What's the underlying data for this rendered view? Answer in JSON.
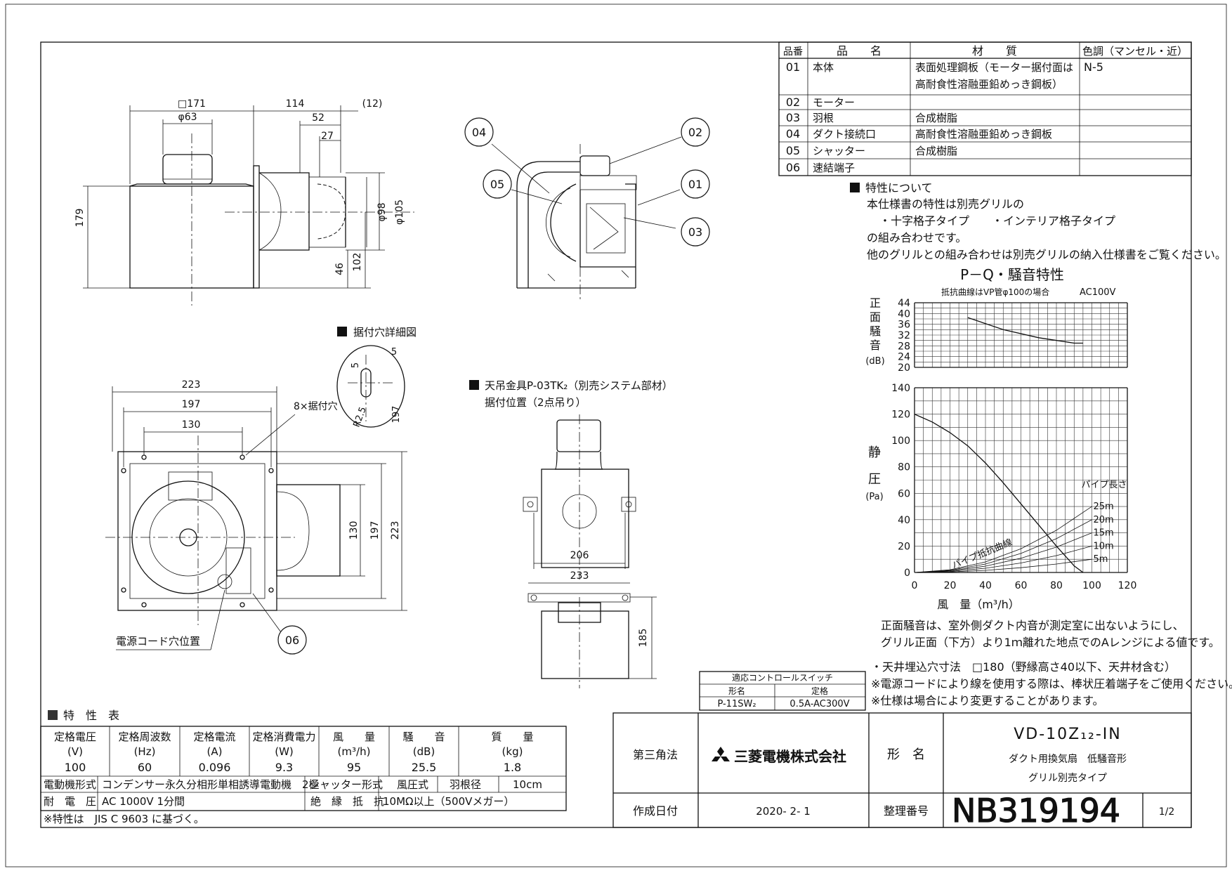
{
  "parts_table": {
    "headers": [
      "品番",
      "品　　名",
      "材　　質",
      "色調（マンセル・近）"
    ],
    "rows": [
      {
        "no": "01",
        "name": "本体",
        "material": "表面処理鋼板（モーター据付面は",
        "material2": "高耐食性溶融亜鉛めっき鋼板）",
        "color": "N-5"
      },
      {
        "no": "02",
        "name": "モーター",
        "material": "",
        "material2": "",
        "color": ""
      },
      {
        "no": "03",
        "name": "羽根",
        "material": "合成樹脂",
        "material2": "",
        "color": ""
      },
      {
        "no": "04",
        "name": "ダクト接続口",
        "material": "高耐食性溶融亜鉛めっき鋼板",
        "material2": "",
        "color": ""
      },
      {
        "no": "05",
        "name": "シャッター",
        "material": "合成樹脂",
        "material2": "",
        "color": ""
      },
      {
        "no": "06",
        "name": "速結端子",
        "material": "",
        "material2": "",
        "color": ""
      }
    ]
  },
  "notes_characteristics": {
    "heading": "特性について",
    "lines": [
      "本仕様書の特性は別売グリルの",
      "・十字格子タイプ　　・インテリア格子タイプ",
      "の組み合わせです。",
      "他のグリルとの組み合わせは別売グリルの納入仕様書をご覧ください。"
    ]
  },
  "chart_data": {
    "type": "line",
    "title": "P－Q・騒音特性",
    "subtitle_left": "抵抗曲線はVP管φ100の場合",
    "subtitle_right": "AC100V",
    "xlabel": "風　量（m³/h）",
    "x_ticks": [
      "0",
      "20",
      "40",
      "60",
      "80",
      "100",
      "120"
    ],
    "xlim": [
      0,
      120
    ],
    "noise_panel": {
      "ylabel": "正面騒音",
      "yunit": "(dB)",
      "ylim": [
        20,
        44
      ],
      "y_ticks": [
        "20",
        "24",
        "28",
        "32",
        "36",
        "40",
        "44"
      ],
      "series": [
        {
          "x": [
            30,
            50,
            70,
            90,
            95
          ],
          "values": [
            38.5,
            34,
            31,
            29,
            29
          ]
        }
      ]
    },
    "pressure_panel": {
      "ylabel": "静圧",
      "yunit": "(Pa)",
      "ylim": [
        0,
        140
      ],
      "y_ticks": [
        "0",
        "20",
        "40",
        "60",
        "80",
        "100",
        "120",
        "140"
      ],
      "pq_curve": {
        "x": [
          0,
          10,
          20,
          30,
          40,
          50,
          60,
          70,
          80,
          90,
          95
        ],
        "values": [
          120,
          114,
          106,
          96,
          83,
          68,
          52,
          36,
          20,
          5,
          0
        ]
      },
      "resistance_curves_label": "パイプ抵抗曲線",
      "pipe_length_label": "パイプ長さ",
      "resistance_curves": [
        {
          "name": "25m",
          "x": [
            0,
            20,
            40,
            60,
            80,
            100
          ],
          "values": [
            0,
            2,
            8,
            18,
            32,
            50
          ]
        },
        {
          "name": "20m",
          "x": [
            0,
            20,
            40,
            60,
            80,
            100
          ],
          "values": [
            0,
            1.6,
            6.4,
            14.4,
            25.6,
            40
          ]
        },
        {
          "name": "15m",
          "x": [
            0,
            20,
            40,
            60,
            80,
            100
          ],
          "values": [
            0,
            1.2,
            4.8,
            10.8,
            19.2,
            30
          ]
        },
        {
          "name": "10m",
          "x": [
            0,
            20,
            40,
            60,
            80,
            100
          ],
          "values": [
            0,
            0.8,
            3.2,
            7.2,
            12.8,
            20
          ]
        },
        {
          "name": "5m",
          "x": [
            0,
            20,
            40,
            60,
            80,
            100
          ],
          "values": [
            0,
            0.4,
            1.6,
            3.6,
            6.4,
            10
          ]
        }
      ]
    }
  },
  "chart_note": [
    "正面騒音は、室外側ダクト内音が測定室に出ないようにし、",
    "グリル正面（下方）より1ｍ離れた地点でのAレンジによる値です。"
  ],
  "notes_bottom": [
    "・天井埋込穴寸法　□180（野縁高さ40以下、天井材含む）",
    "※電源コードにより線を使用する際は、棒状圧着端子をご使用ください。",
    "※仕様は場合により変更することがあります。"
  ],
  "control_switch": {
    "title": "適応コントロールスイッチ",
    "col1": "形名",
    "col2": "定格",
    "model": "P-11SW₂",
    "rating": "0.5A-AC300V"
  },
  "dimensions_front": {
    "w171": "□171",
    "d63": "φ63",
    "d114": "114",
    "d12": "(12)",
    "d52": "52",
    "d27": "27",
    "d98": "φ98",
    "d105": "φ105",
    "h179": "179",
    "h46": "46",
    "h102": "102"
  },
  "dimensions_bottom": {
    "w223": "223",
    "w197": "197",
    "w130": "130",
    "holes": "8×据付穴",
    "v130": "130",
    "v197": "197",
    "v223": "223",
    "cord": "電源コード穴位置"
  },
  "detail_hole": {
    "title": "据付穴詳細図",
    "d5a": "5",
    "d5b": "5",
    "r": "R2.5",
    "d197": "197"
  },
  "hanger": {
    "title": "天吊金具P-03TK₂（別売システム部材）",
    "subtitle": "据付位置（2点吊り）",
    "w206": "206",
    "w233": "233",
    "h185": "185"
  },
  "callouts": [
    "04",
    "02",
    "05",
    "01",
    "03",
    "06"
  ],
  "spec_table": {
    "title": "特　性　表",
    "headers": [
      {
        "top": "定格電圧",
        "unit": "(V)"
      },
      {
        "top": "定格周波数",
        "unit": "(Hz)"
      },
      {
        "top": "定格電流",
        "unit": "(A)"
      },
      {
        "top": "定格消費電力",
        "unit": "(W)"
      },
      {
        "top": "風　　量",
        "unit": "(m³/h)"
      },
      {
        "top": "騒　　音",
        "unit": "(dB)"
      },
      {
        "top": "質　　量",
        "unit": "(kg)"
      }
    ],
    "values": [
      "100",
      "60",
      "0.096",
      "9.3",
      "95",
      "25.5",
      "1.8"
    ],
    "motor_label": "電動機形式",
    "motor_value": "コンデンサー永久分相形単相誘導電動機　2極",
    "shutter_label": "シャッター形式",
    "shutter_value": "風圧式",
    "blade_label": "羽根径",
    "blade_value": "10cm",
    "withstand_label": "耐　電　圧",
    "withstand_value": "AC 1000V 1分間",
    "insulation_label": "絶　縁　抵　抗",
    "insulation_value": "10MΩ以上（500Vメガー）",
    "footnote": "※特性は　JIS C 9603 に基づく。"
  },
  "title_block": {
    "projection": "第三角法",
    "company": "三菱電機株式会社",
    "model_label": "形　名",
    "model": "VD-10Z₁₂-IN",
    "desc1": "ダクト用換気扇　低騒音形",
    "desc2": "グリル別売タイプ",
    "date_label": "作成日付",
    "date": "2020- 2- 1",
    "ref_label": "整理番号",
    "ref": "NB319194",
    "sheet": "1/2"
  }
}
